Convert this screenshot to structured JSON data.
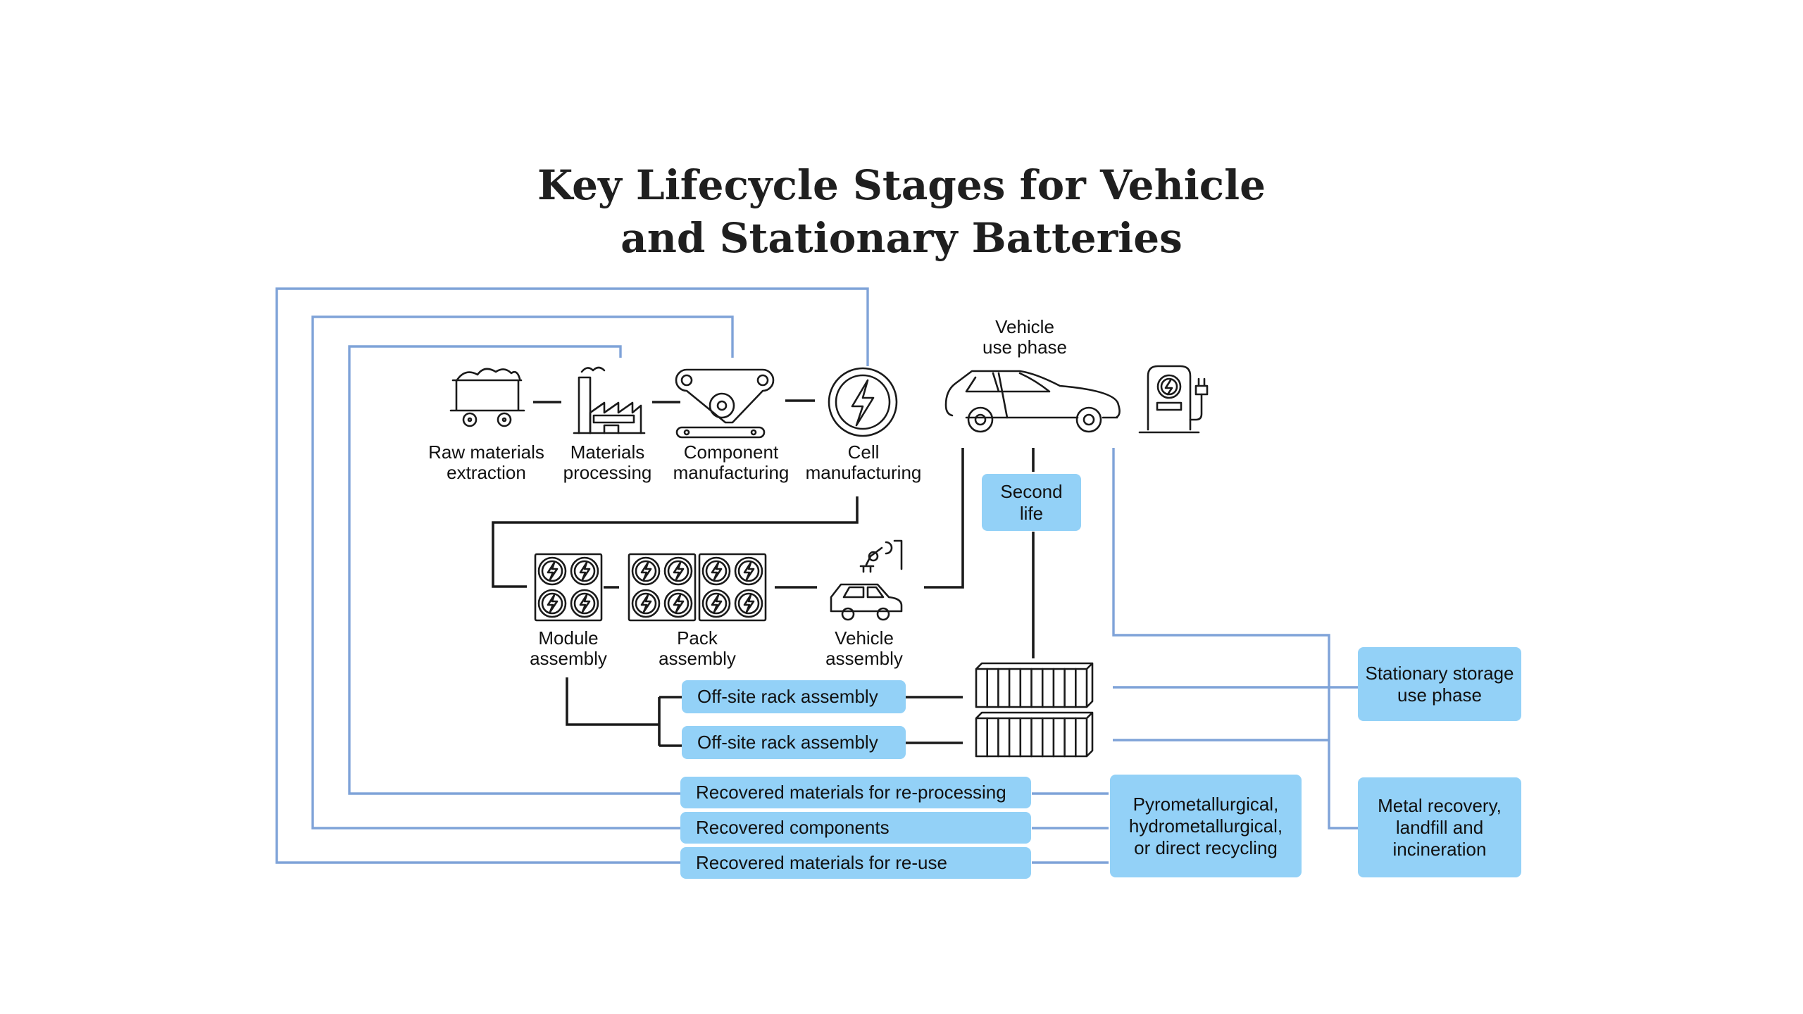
{
  "title": {
    "line1": "Key Lifecycle Stages for Vehicle",
    "line2": "and Stationary Batteries"
  },
  "stages": {
    "raw_materials": {
      "line1": "Raw materials",
      "line2": "extraction",
      "icon": "mine-cart-icon"
    },
    "materials_processing": {
      "line1": "Materials",
      "line2": "processing",
      "icon": "factory-icon"
    },
    "component_manufacturing": {
      "line1": "Component",
      "line2": "manufacturing",
      "icon": "conveyor-belt-icon"
    },
    "cell_manufacturing": {
      "line1": "Cell",
      "line2": "manufacturing",
      "icon": "lightning-cell-icon"
    },
    "vehicle_use": {
      "line1": "Vehicle",
      "line2": "use phase",
      "icon": "car-icon"
    },
    "charging_station": {
      "icon": "charging-station-icon"
    },
    "module_assembly": {
      "line1": "Module",
      "line2": "assembly",
      "icon": "battery-module-icon"
    },
    "pack_assembly": {
      "line1": "Pack",
      "line2": "assembly",
      "icon": "battery-pack-icon"
    },
    "vehicle_assembly": {
      "line1": "Vehicle",
      "line2": "assembly",
      "icon": "robot-arm-car-icon"
    }
  },
  "boxes": {
    "second_life": {
      "line1": "Second",
      "line2": "life"
    },
    "rack_1": "Off-site rack assembly",
    "rack_2": "Off-site rack assembly",
    "recovered_reprocessing": "Recovered materials for re-processing",
    "recovered_components": "Recovered components",
    "recovered_reuse": "Recovered materials for re-use",
    "recycling": {
      "line1": "Pyrometallurgical,",
      "line2": "hydrometallurgical,",
      "line3": "or direct recycling"
    },
    "stationary_storage": {
      "line1": "Stationary storage",
      "line2": "use phase"
    },
    "metal_recovery": {
      "line1": "Metal recovery,",
      "line2": "landfill and",
      "line3": "incineration"
    }
  },
  "colors": {
    "box_fill": "#93d1f7",
    "return_line": "#7fa3d8",
    "ink": "#1a1a1a"
  }
}
